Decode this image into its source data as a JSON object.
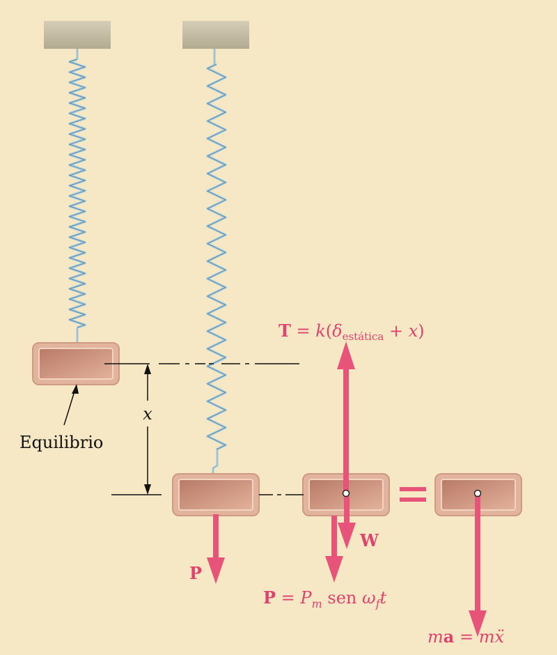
{
  "labels": {
    "equilibrio": "Equilibrio",
    "x": "x",
    "P": "P",
    "W": "W",
    "T": {
      "bold": "T",
      "eq": " = ",
      "k": "k",
      "open": "(",
      "delta": "δ",
      "sub": "estática",
      "plus": " + ",
      "x": "x",
      "close": ")"
    },
    "P_eq": {
      "bold": "P",
      "eq": " = ",
      "P": "P",
      "sub_m": "m",
      "sen": " sen ",
      "omega": "ω",
      "sub_f": "f",
      "t": "t"
    },
    "ma": {
      "m1": "m",
      "a": "a",
      "eq": " = ",
      "m2": "m",
      "xdd": "ẍ"
    },
    "equals_sign": "="
  },
  "colors": {
    "background": "#f7e8c5",
    "accent": "#e0426e",
    "block_fill": "#c98870",
    "block_border": "#d8a58c",
    "ceiling": "#c9c0a8",
    "spring": "#9cc3d8"
  }
}
